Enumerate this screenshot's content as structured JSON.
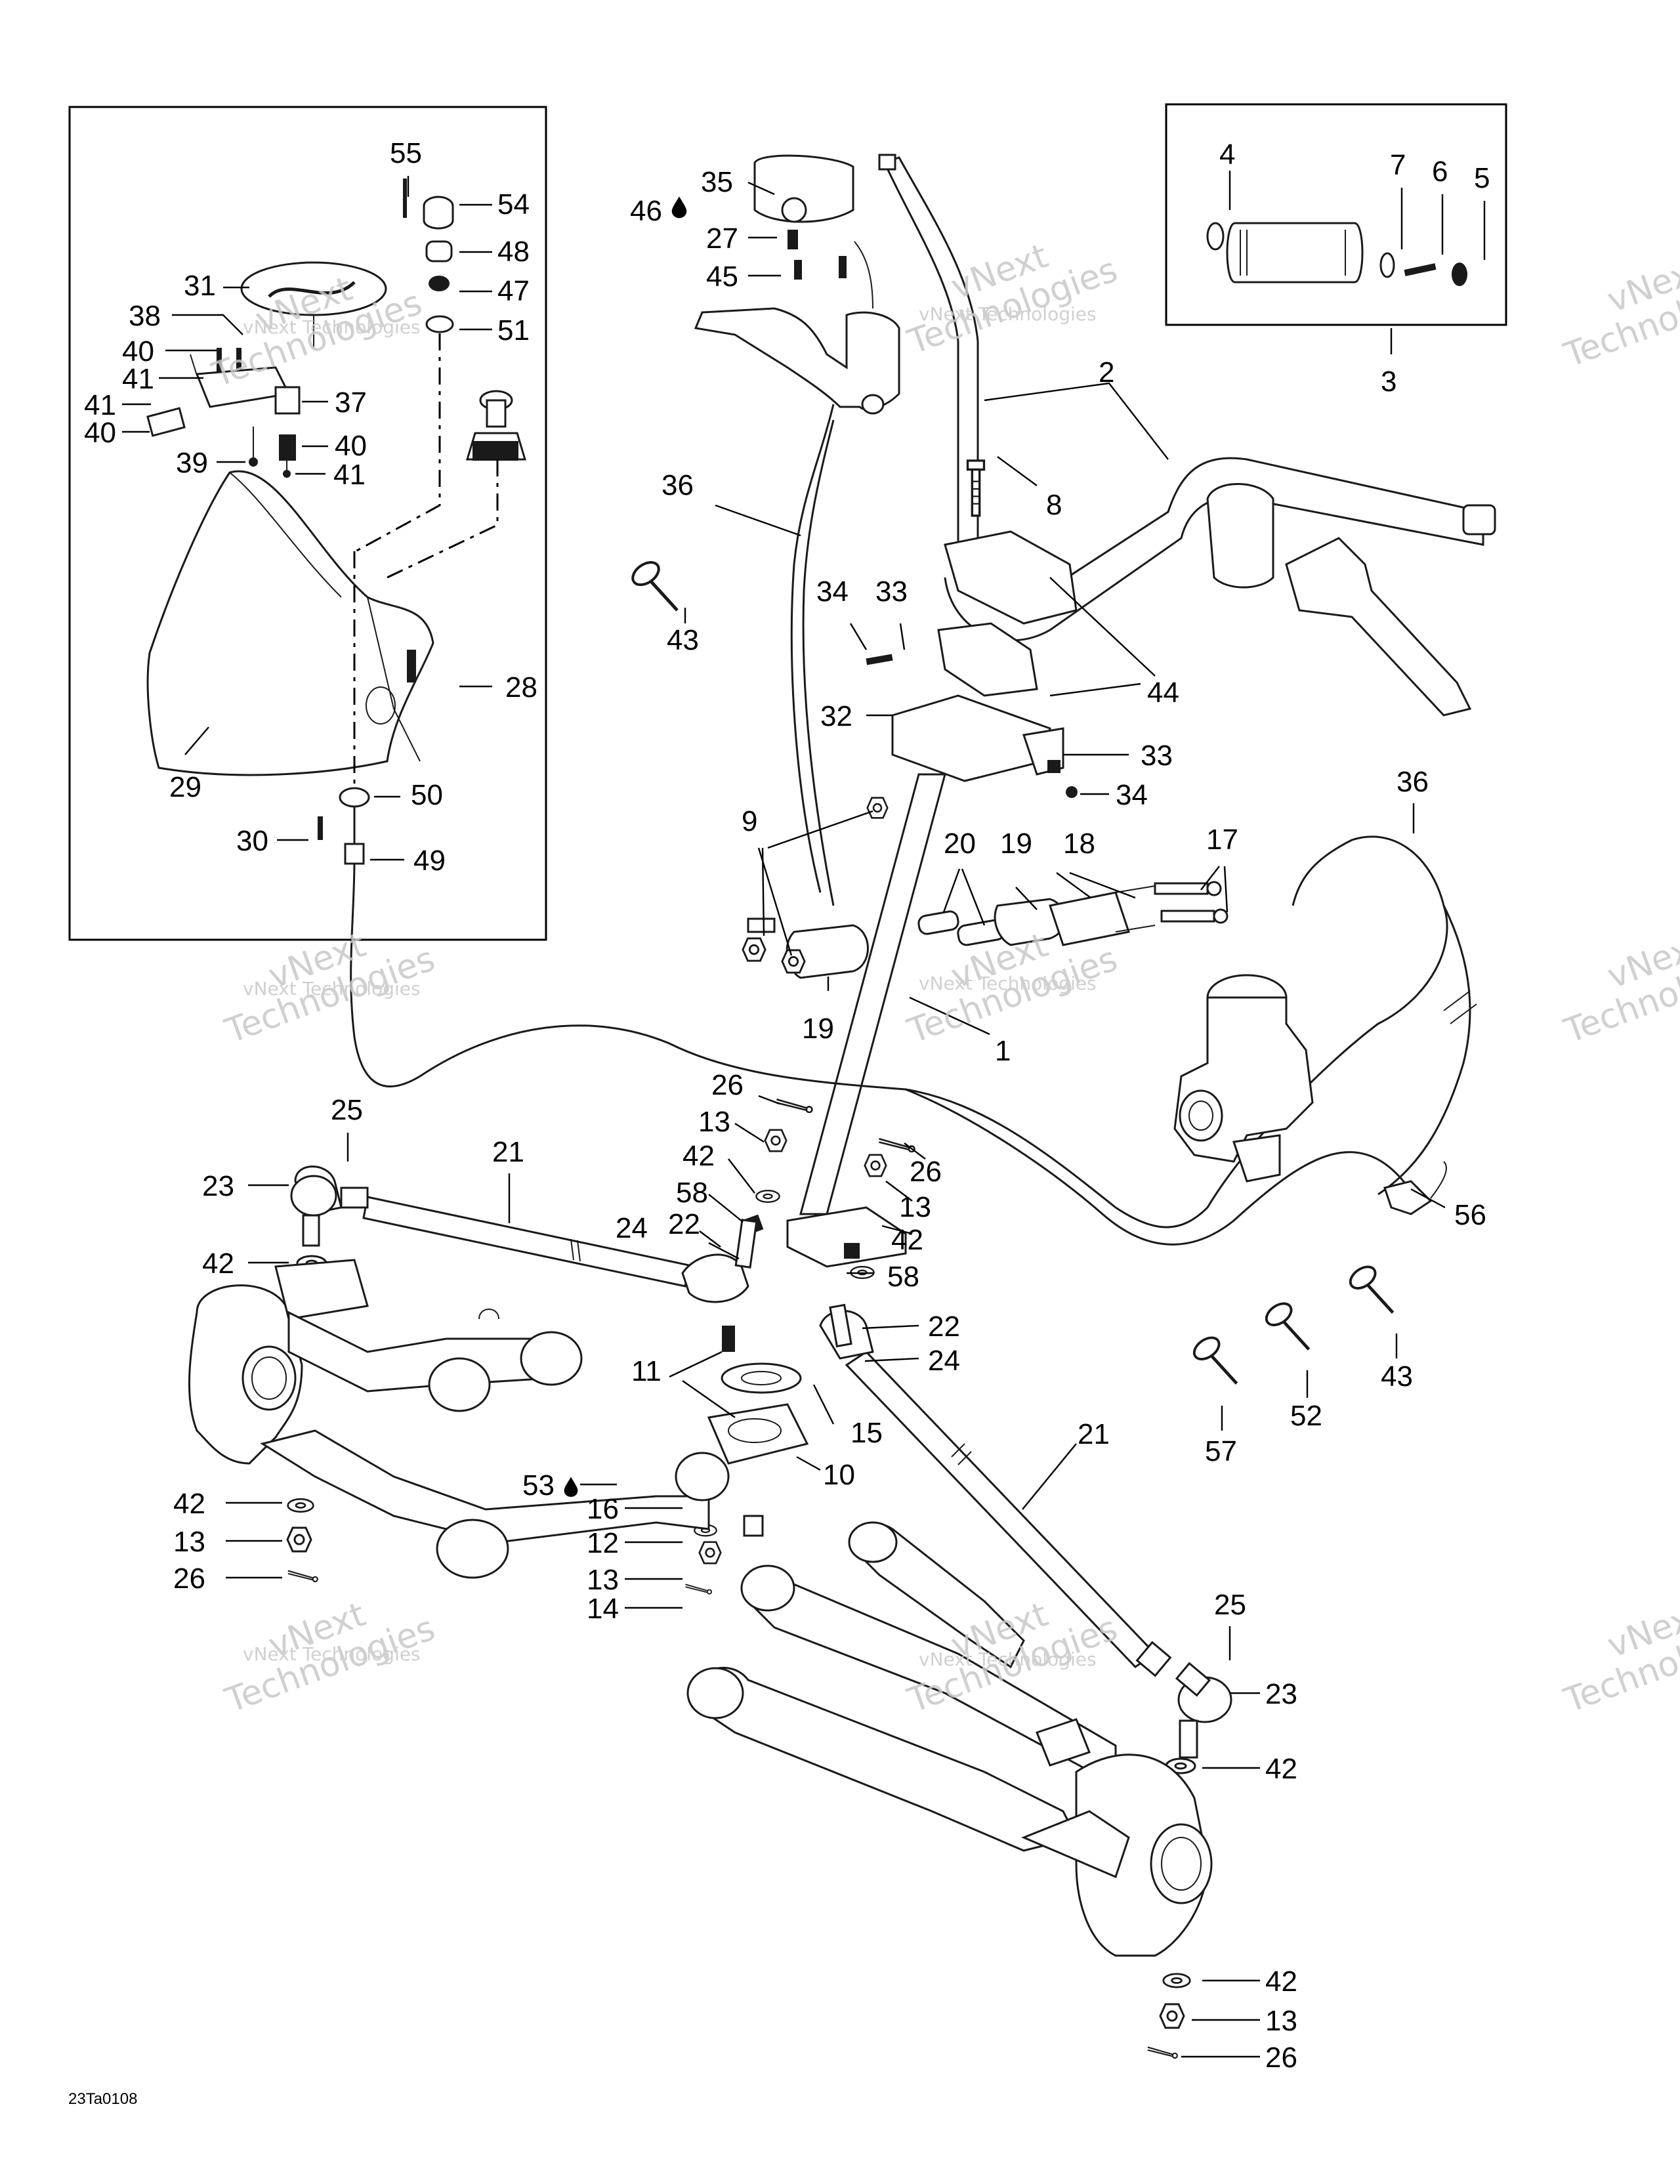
{
  "watermark": {
    "line1": "vNext",
    "line2": "Technologies",
    "caption": "vNext Technologies",
    "color": "#c8c8c8"
  },
  "reference_code": "23Ta0108",
  "callouts": [
    {
      "id": "c55a",
      "text": "55"
    },
    {
      "id": "c54a",
      "text": "54"
    },
    {
      "id": "c48a",
      "text": "48"
    },
    {
      "id": "c47a",
      "text": "47"
    },
    {
      "id": "c51a",
      "text": "51"
    },
    {
      "id": "c31a",
      "text": "31"
    },
    {
      "id": "c38a",
      "text": "38"
    },
    {
      "id": "c40a",
      "text": "40"
    },
    {
      "id": "c41a",
      "text": "41"
    },
    {
      "id": "c41b",
      "text": "41"
    },
    {
      "id": "c37a",
      "text": "37"
    },
    {
      "id": "c40b",
      "text": "40"
    },
    {
      "id": "c40c",
      "text": "40"
    },
    {
      "id": "c39a",
      "text": "39"
    },
    {
      "id": "c41c",
      "text": "41"
    },
    {
      "id": "c28a",
      "text": "28"
    },
    {
      "id": "c29a",
      "text": "29"
    },
    {
      "id": "c50a",
      "text": "50"
    },
    {
      "id": "c30a",
      "text": "30"
    },
    {
      "id": "c49a",
      "text": "49"
    },
    {
      "id": "c35a",
      "text": "35"
    },
    {
      "id": "c46a",
      "text": "46"
    },
    {
      "id": "c27a",
      "text": "27"
    },
    {
      "id": "c45a",
      "text": "45"
    },
    {
      "id": "c2a",
      "text": "2"
    },
    {
      "id": "c8a",
      "text": "8"
    },
    {
      "id": "c36a",
      "text": "36"
    },
    {
      "id": "c43a",
      "text": "43"
    },
    {
      "id": "c34a",
      "text": "34"
    },
    {
      "id": "c33a",
      "text": "33"
    },
    {
      "id": "c44a",
      "text": "44"
    },
    {
      "id": "c32a",
      "text": "32"
    },
    {
      "id": "c33b",
      "text": "33"
    },
    {
      "id": "c34b",
      "text": "34"
    },
    {
      "id": "c4a",
      "text": "4"
    },
    {
      "id": "c7a",
      "text": "7"
    },
    {
      "id": "c6a",
      "text": "6"
    },
    {
      "id": "c5a",
      "text": "5"
    },
    {
      "id": "c3a",
      "text": "3"
    },
    {
      "id": "c36b",
      "text": "36"
    },
    {
      "id": "c9a",
      "text": "9"
    },
    {
      "id": "c20a",
      "text": "20"
    },
    {
      "id": "c19a",
      "text": "19"
    },
    {
      "id": "c18a",
      "text": "18"
    },
    {
      "id": "c17a",
      "text": "17"
    },
    {
      "id": "c19b",
      "text": "19"
    },
    {
      "id": "c1a",
      "text": "1"
    },
    {
      "id": "c26a",
      "text": "26"
    },
    {
      "id": "c13a",
      "text": "13"
    },
    {
      "id": "c42a",
      "text": "42"
    },
    {
      "id": "c58a",
      "text": "58"
    },
    {
      "id": "c24a",
      "text": "24"
    },
    {
      "id": "c22a",
      "text": "22"
    },
    {
      "id": "c26b",
      "text": "26"
    },
    {
      "id": "c13b",
      "text": "13"
    },
    {
      "id": "c42b",
      "text": "42"
    },
    {
      "id": "c58b",
      "text": "58"
    },
    {
      "id": "c22b",
      "text": "22"
    },
    {
      "id": "c24b",
      "text": "24"
    },
    {
      "id": "c25a",
      "text": "25"
    },
    {
      "id": "c23a",
      "text": "23"
    },
    {
      "id": "c21a",
      "text": "21"
    },
    {
      "id": "c42c",
      "text": "42"
    },
    {
      "id": "c11a",
      "text": "11"
    },
    {
      "id": "c15a",
      "text": "15"
    },
    {
      "id": "c10a",
      "text": "10"
    },
    {
      "id": "c53a",
      "text": "53"
    },
    {
      "id": "c16a",
      "text": "16"
    },
    {
      "id": "c12a",
      "text": "12"
    },
    {
      "id": "c13c",
      "text": "13"
    },
    {
      "id": "c14a",
      "text": "14"
    },
    {
      "id": "c42d",
      "text": "42"
    },
    {
      "id": "c13d",
      "text": "13"
    },
    {
      "id": "c26c",
      "text": "26"
    },
    {
      "id": "c56a",
      "text": "56"
    },
    {
      "id": "c57a",
      "text": "57"
    },
    {
      "id": "c52a",
      "text": "52"
    },
    {
      "id": "c43b",
      "text": "43"
    },
    {
      "id": "c21b",
      "text": "21"
    },
    {
      "id": "c25b",
      "text": "25"
    },
    {
      "id": "c23b",
      "text": "23"
    },
    {
      "id": "c42e",
      "text": "42"
    },
    {
      "id": "c42f",
      "text": "42"
    },
    {
      "id": "c13e",
      "text": "13"
    },
    {
      "id": "c26d",
      "text": "26"
    }
  ]
}
